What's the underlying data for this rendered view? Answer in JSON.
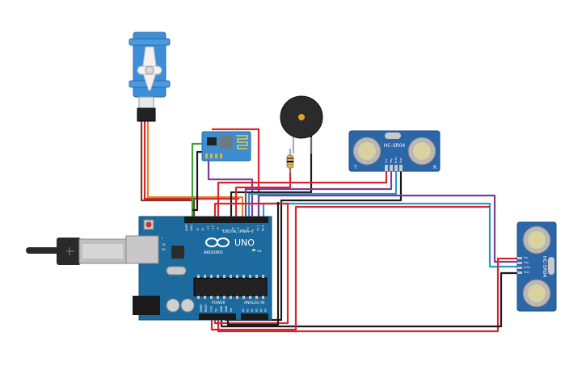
{
  "arduino": {
    "brand": "ARDUINO",
    "model": "UNO",
    "digital_label": "DIGITAL (PWM~)",
    "power_label": "POWER",
    "analog_label": "ANALOG IN",
    "tx_label": "TX",
    "rx_label": "RX",
    "l_label": "L",
    "on_label": "ON",
    "aref_label": "AREF",
    "gnd_label": "GND",
    "power_pins": [
      "IOREF",
      "RESET",
      "3.3V",
      "5V",
      "GND",
      "GND",
      "Vin"
    ],
    "analog_pins": [
      "A0",
      "A1",
      "A2",
      "A3",
      "A4",
      "A5"
    ],
    "digital_pins": [
      "13",
      "12",
      "~11",
      "~10",
      "~9",
      "8",
      "7",
      "~6",
      "~5",
      "4",
      "~3",
      "2",
      "TX 1",
      "RX 0"
    ]
  },
  "sensor_top": {
    "model": "HC-SR04",
    "left_mark": "T",
    "right_mark": "R",
    "pins": [
      "Vcc",
      "Trig",
      "Echo",
      "Gnd"
    ]
  },
  "sensor_right": {
    "model": "HC-SR04",
    "pins": [
      "Vcc",
      "Trig",
      "Echo",
      "Gnd"
    ]
  },
  "colors": {
    "board": "#1d6a9f",
    "sensor": "#2a66a8",
    "esp": "#3b8fd0",
    "wire_red": "#d8262f",
    "wire_black": "#1a1a1a",
    "wire_purple": "#7d3c98",
    "wire_teal": "#2a9bc4",
    "wire_orange": "#e08a1e",
    "wire_green": "#3aa33a",
    "servo_blue": "#3d8ed8"
  }
}
